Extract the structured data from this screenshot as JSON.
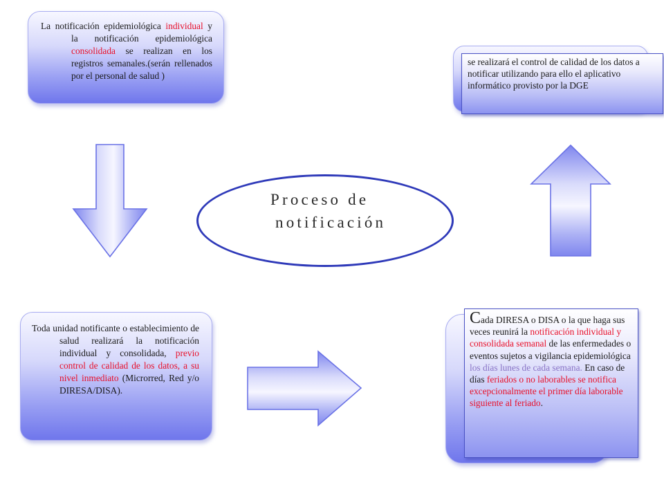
{
  "center": {
    "line1": "Proceso de",
    "line2": "notificación"
  },
  "top_left": {
    "parts": [
      {
        "text": "La notificación epidemiológica ",
        "color": "normal"
      },
      {
        "text": "individual",
        "color": "red"
      },
      {
        "text": " y la notificación epidemiológica ",
        "color": "normal"
      },
      {
        "text": "consolidada",
        "color": "red"
      },
      {
        "text": " se realizan en los registros semanales.(serán rellenados por el personal de salud )",
        "color": "normal"
      }
    ]
  },
  "top_right": {
    "text": "se realizará el control de calidad de los datos a notificar utilizando para ello el aplicativo informático provisto por la DGE"
  },
  "bottom_left": {
    "parts": [
      {
        "text": "Toda unidad notificante o establecimiento de salud realizará la notificación individual y consolidada, ",
        "color": "normal"
      },
      {
        "text": "previo control de calidad de los datos, a su nivel inmediato",
        "color": "red"
      },
      {
        "text": " (Microrred, Red y/o DIRESA/DISA).",
        "color": "normal"
      }
    ]
  },
  "bottom_right": {
    "dropcap": "C",
    "parts": [
      {
        "text": "ada DIRESA o DISA o la que haga sus veces reunirá la ",
        "color": "normal"
      },
      {
        "text": "notificación individual y consolidada semanal",
        "color": "red"
      },
      {
        "text": " de las enfermedades o eventos sujetos a vigilancia epidemiológica ",
        "color": "normal"
      },
      {
        "text": "los días lunes de cada semana.",
        "color": "lavender"
      },
      {
        "text": " En caso de días ",
        "color": "normal"
      },
      {
        "text": "feriados o no laborables se notifica excepcionalmente el primer día laborable siguiente al feriado",
        "color": "red"
      },
      {
        "text": ".",
        "color": "normal"
      }
    ]
  },
  "colors": {
    "accent_red": "#e8102a",
    "lavender_text": "#8a74c6",
    "ellipse_border": "#2f3ab9",
    "panel_blue": "#6f76ec"
  }
}
